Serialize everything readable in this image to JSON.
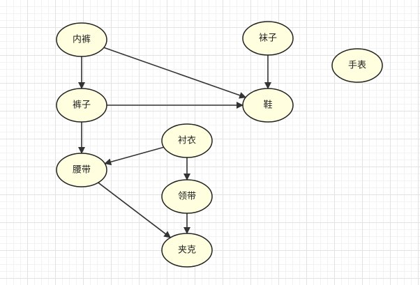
{
  "diagram": {
    "nodes": [
      {
        "id": "neiku",
        "label": "内裤"
      },
      {
        "id": "wazi",
        "label": "袜子"
      },
      {
        "id": "shoubiao",
        "label": "手表"
      },
      {
        "id": "kuzi",
        "label": "裤子"
      },
      {
        "id": "xie",
        "label": "鞋"
      },
      {
        "id": "chenyi",
        "label": "衬衣"
      },
      {
        "id": "yaodai",
        "label": "腰带"
      },
      {
        "id": "lingdai",
        "label": "领带"
      },
      {
        "id": "jiake",
        "label": "夹克"
      }
    ],
    "edges": [
      {
        "from": "neiku",
        "to": "kuzi"
      },
      {
        "from": "neiku",
        "to": "xie"
      },
      {
        "from": "wazi",
        "to": "xie"
      },
      {
        "from": "kuzi",
        "to": "xie"
      },
      {
        "from": "kuzi",
        "to": "yaodai"
      },
      {
        "from": "chenyi",
        "to": "yaodai"
      },
      {
        "from": "chenyi",
        "to": "lingdai"
      },
      {
        "from": "lingdai",
        "to": "jiake"
      },
      {
        "from": "yaodai",
        "to": "jiake"
      }
    ],
    "colors": {
      "node_fill": "#ffffe0",
      "node_stroke": "#222222",
      "edge": "#333333",
      "grid": "#e2e2e2"
    }
  }
}
